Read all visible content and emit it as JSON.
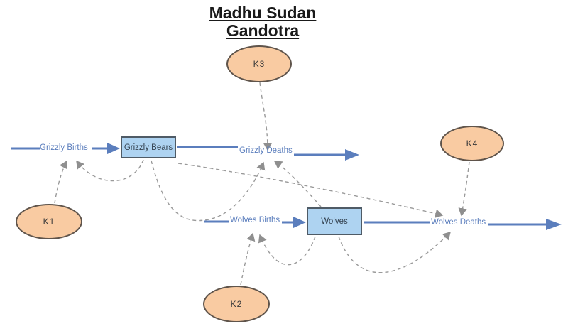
{
  "title": {
    "line1": "Madhu Sudan",
    "line2": "Gandotra"
  },
  "stocks": {
    "grizzly_bears": {
      "label": "Grizzly Bears"
    },
    "wolves": {
      "label": "Wolves"
    }
  },
  "flows": {
    "grizzly_births": {
      "label": "Grizzly Births"
    },
    "grizzly_deaths": {
      "label": "Grizzly Deaths"
    },
    "wolves_births": {
      "label": "Wolves Births"
    },
    "wolves_deaths": {
      "label": "Wolves Deaths"
    }
  },
  "constants": {
    "k1": {
      "label": "K1"
    },
    "k2": {
      "label": "K2"
    },
    "k3": {
      "label": "K3"
    },
    "k4": {
      "label": "K4"
    }
  },
  "diagram": {
    "type": "stock-and-flow",
    "links": [
      {
        "from": "K1",
        "to": "Grizzly Births"
      },
      {
        "from": "Grizzly Bears",
        "to": "Grizzly Births"
      },
      {
        "from": "K3",
        "to": "Grizzly Deaths"
      },
      {
        "from": "Grizzly Bears",
        "to": "Grizzly Deaths"
      },
      {
        "from": "Wolves",
        "to": "Grizzly Deaths"
      },
      {
        "from": "K2",
        "to": "Wolves Births"
      },
      {
        "from": "Wolves",
        "to": "Wolves Births"
      },
      {
        "from": "Grizzly Bears",
        "to": "Wolves Deaths"
      },
      {
        "from": "Wolves",
        "to": "Wolves Deaths"
      },
      {
        "from": "K4",
        "to": "Wolves Deaths"
      }
    ]
  },
  "colors": {
    "flow_line": "#5b7ebd",
    "flow_label_text": "#5b7ebd",
    "stock_fill": "#aed3f1",
    "stock_border": "#4f5b66",
    "constant_fill": "#f9cba2",
    "constant_border": "#5f544b",
    "connector_dashed": "#9a9a9a",
    "title_text": "#1a1a1a"
  }
}
